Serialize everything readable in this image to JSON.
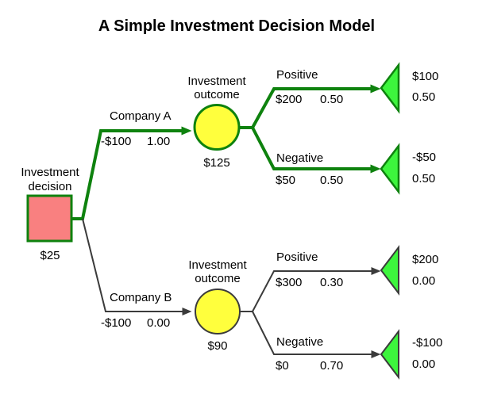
{
  "title": "A Simple Investment Decision Model",
  "colors": {
    "optimal_branch_green": "#0E820E",
    "standard_branch_gray": "#3B3B3B",
    "decision_node_fill": "#F98080",
    "chance_node_fill": "#FFFF3D",
    "payoff_node_fill": "#3DF53D",
    "negative_value_red": "#C41414",
    "probability_blue": "#2222CC",
    "label_black": "#000000"
  },
  "decision_node": {
    "name_line1": "Investment",
    "name_line2": "decision",
    "expected_value": "$25"
  },
  "branches": {
    "company_a": {
      "label": "Company A",
      "cost": "-$100",
      "probability": "1.00"
    },
    "company_b": {
      "label": "Company B",
      "cost": "-$100",
      "probability": "0.00"
    }
  },
  "chance_nodes": {
    "company_a": {
      "name_line1": "Investment",
      "name_line2": "outcome",
      "expected_value": "$125"
    },
    "company_b": {
      "name_line1": "Investment",
      "name_line2": "outcome",
      "expected_value": "$90"
    }
  },
  "outcomes": {
    "a_positive": {
      "label": "Positive",
      "payoff": "$200",
      "probability": "0.50",
      "terminal_value": "$100",
      "terminal_probability": "0.50"
    },
    "a_negative": {
      "label": "Negative",
      "payoff": "$50",
      "probability": "0.50",
      "terminal_value": "-$50",
      "terminal_probability": "0.50"
    },
    "b_positive": {
      "label": "Positive",
      "payoff": "$300",
      "probability": "0.30",
      "terminal_value": "$200",
      "terminal_probability": "0.00"
    },
    "b_negative": {
      "label": "Negative",
      "payoff": "$0",
      "probability": "0.70",
      "terminal_value": "-$100",
      "terminal_probability": "0.00"
    }
  }
}
